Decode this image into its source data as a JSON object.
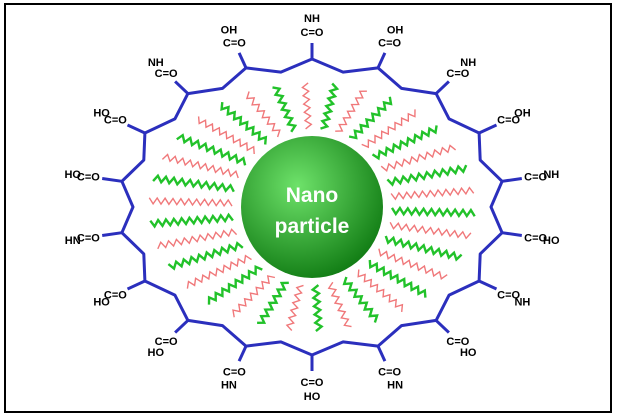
{
  "diagram": {
    "core": {
      "line1": "Nano",
      "line2": "particle"
    },
    "groups": [
      {
        "bond": "C=O",
        "group": "NH"
      },
      {
        "bond": "C=O",
        "group": "OH"
      },
      {
        "bond": "C=O",
        "group": "NH"
      },
      {
        "bond": "C=O",
        "group": "OH"
      },
      {
        "bond": "C=O",
        "group": "NH"
      },
      {
        "bond": "C=O",
        "group": "HO"
      },
      {
        "bond": "C=O",
        "group": "NH"
      },
      {
        "bond": "C=O",
        "group": "HO"
      },
      {
        "bond": "C=O",
        "group": "HN"
      },
      {
        "bond": "C=O",
        "group": "HO"
      },
      {
        "bond": "C=O",
        "group": "HN"
      },
      {
        "bond": "C=O",
        "group": "HO"
      },
      {
        "bond": "C=O",
        "group": "HO"
      },
      {
        "bond": "C=O",
        "group": "HN"
      },
      {
        "bond": "C=O",
        "group": "HO"
      },
      {
        "bond": "C=O",
        "group": "HO"
      },
      {
        "bond": "C=O",
        "group": "NH"
      },
      {
        "bond": "C=O",
        "group": "OH"
      }
    ],
    "colors": {
      "backbone": "#2b2fbd",
      "chain_green": "#22c22a",
      "chain_red": "#f0787a",
      "core_light": "#6ee26a",
      "core_dark": "#0f7a12"
    }
  }
}
